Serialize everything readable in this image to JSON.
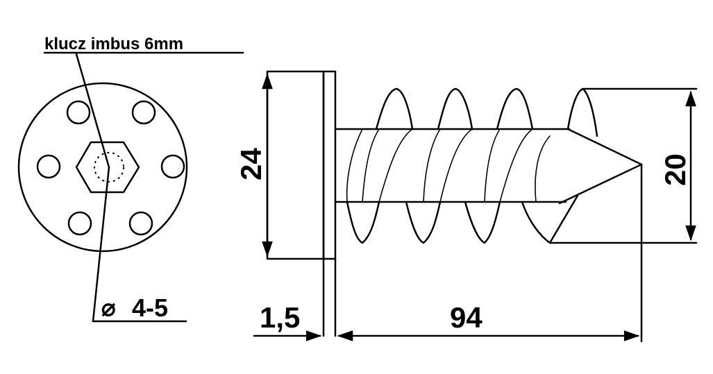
{
  "front_view": {
    "key_label": "klucz imbus 6mm",
    "hole_label": "4-5",
    "diameter_symbol": "⌀"
  },
  "side_view": {
    "head_diameter": "24",
    "thread_diameter": "20",
    "flange_thickness": "1,5",
    "length": "94"
  }
}
